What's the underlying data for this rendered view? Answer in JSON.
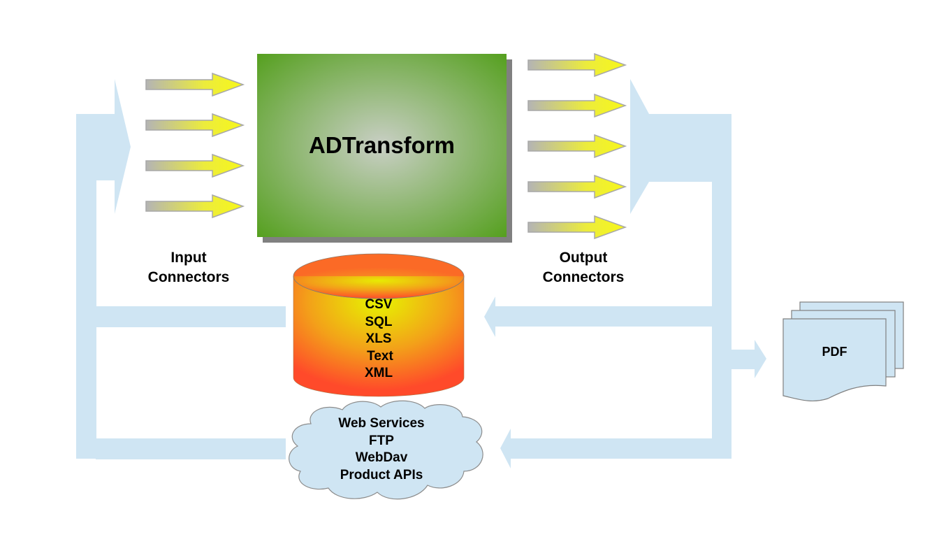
{
  "diagram": {
    "core": {
      "title": "ADTransform"
    },
    "input_connectors": {
      "label_lines": [
        "Input",
        "Connectors"
      ],
      "arrow_count": 4
    },
    "output_connectors": {
      "label_lines": [
        "Output",
        "Connectors"
      ],
      "arrow_count": 5
    },
    "database": {
      "formats": [
        "CSV",
        "SQL",
        "XLS",
        "Text",
        "XML"
      ]
    },
    "cloud": {
      "services": [
        "Web Services",
        "FTP",
        "WebDav",
        "Product APIs"
      ]
    },
    "document": {
      "label": "PDF"
    }
  },
  "colors": {
    "flow": "#cfe5f3",
    "core_edge": "#56a020",
    "core_center": "#c9cfc5",
    "db_outer": "#ff4a2a",
    "db_inner": "#e6f500",
    "arrow_tip": "#f5f520",
    "arrow_tail": "#b4b4b4",
    "shadow": "#808080"
  }
}
